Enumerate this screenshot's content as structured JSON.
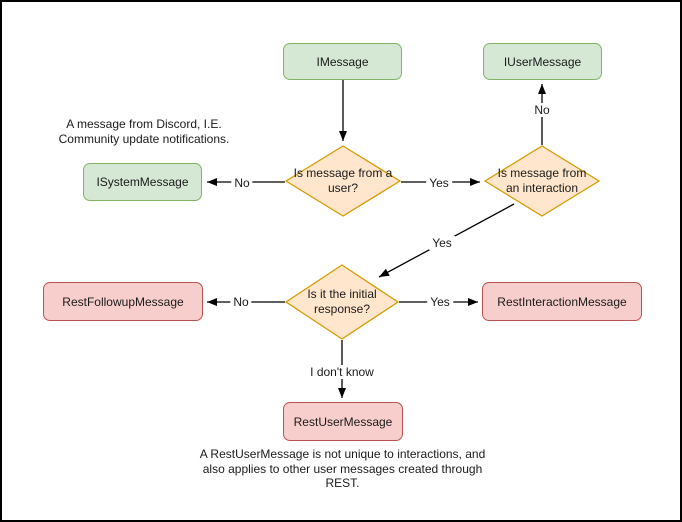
{
  "diagram": {
    "nodes": {
      "imessage": {
        "label": "IMessage"
      },
      "iusermessage": {
        "label": "IUserMessage"
      },
      "isystemmessage": {
        "label": "ISystemMessage"
      },
      "is_from_user": {
        "label": "Is message from a user?"
      },
      "is_from_interaction": {
        "label": "Is message from an interaction"
      },
      "is_initial_response": {
        "label": "Is it the initial response?"
      },
      "restfollowupmessage": {
        "label": "RestFollowupMessage"
      },
      "restinteractionmessage": {
        "label": "RestInteractionMessage"
      },
      "restusermessage": {
        "label": "RestUserMessage"
      }
    },
    "edge_labels": {
      "user_no": "No",
      "user_yes": "Yes",
      "interaction_no": "No",
      "interaction_yes": "Yes",
      "initial_no": "No",
      "initial_yes": "Yes",
      "initial_unknown": "I don't know"
    },
    "notes": {
      "system_message_note": "A message from Discord, I.E. Community update notifications.",
      "rest_user_message_note": "A RestUserMessage is not unique to interactions, and also applies to other user messages created through REST."
    },
    "colors": {
      "class_box_fill": "#d5e8d4",
      "class_box_border": "#82b366",
      "decision_fill": "#ffe6cc",
      "decision_border": "#d79b00",
      "result_box_fill": "#f8cecc",
      "result_box_border": "#b85450",
      "connector": "#000000",
      "canvas_background": "#ffffff"
    }
  }
}
